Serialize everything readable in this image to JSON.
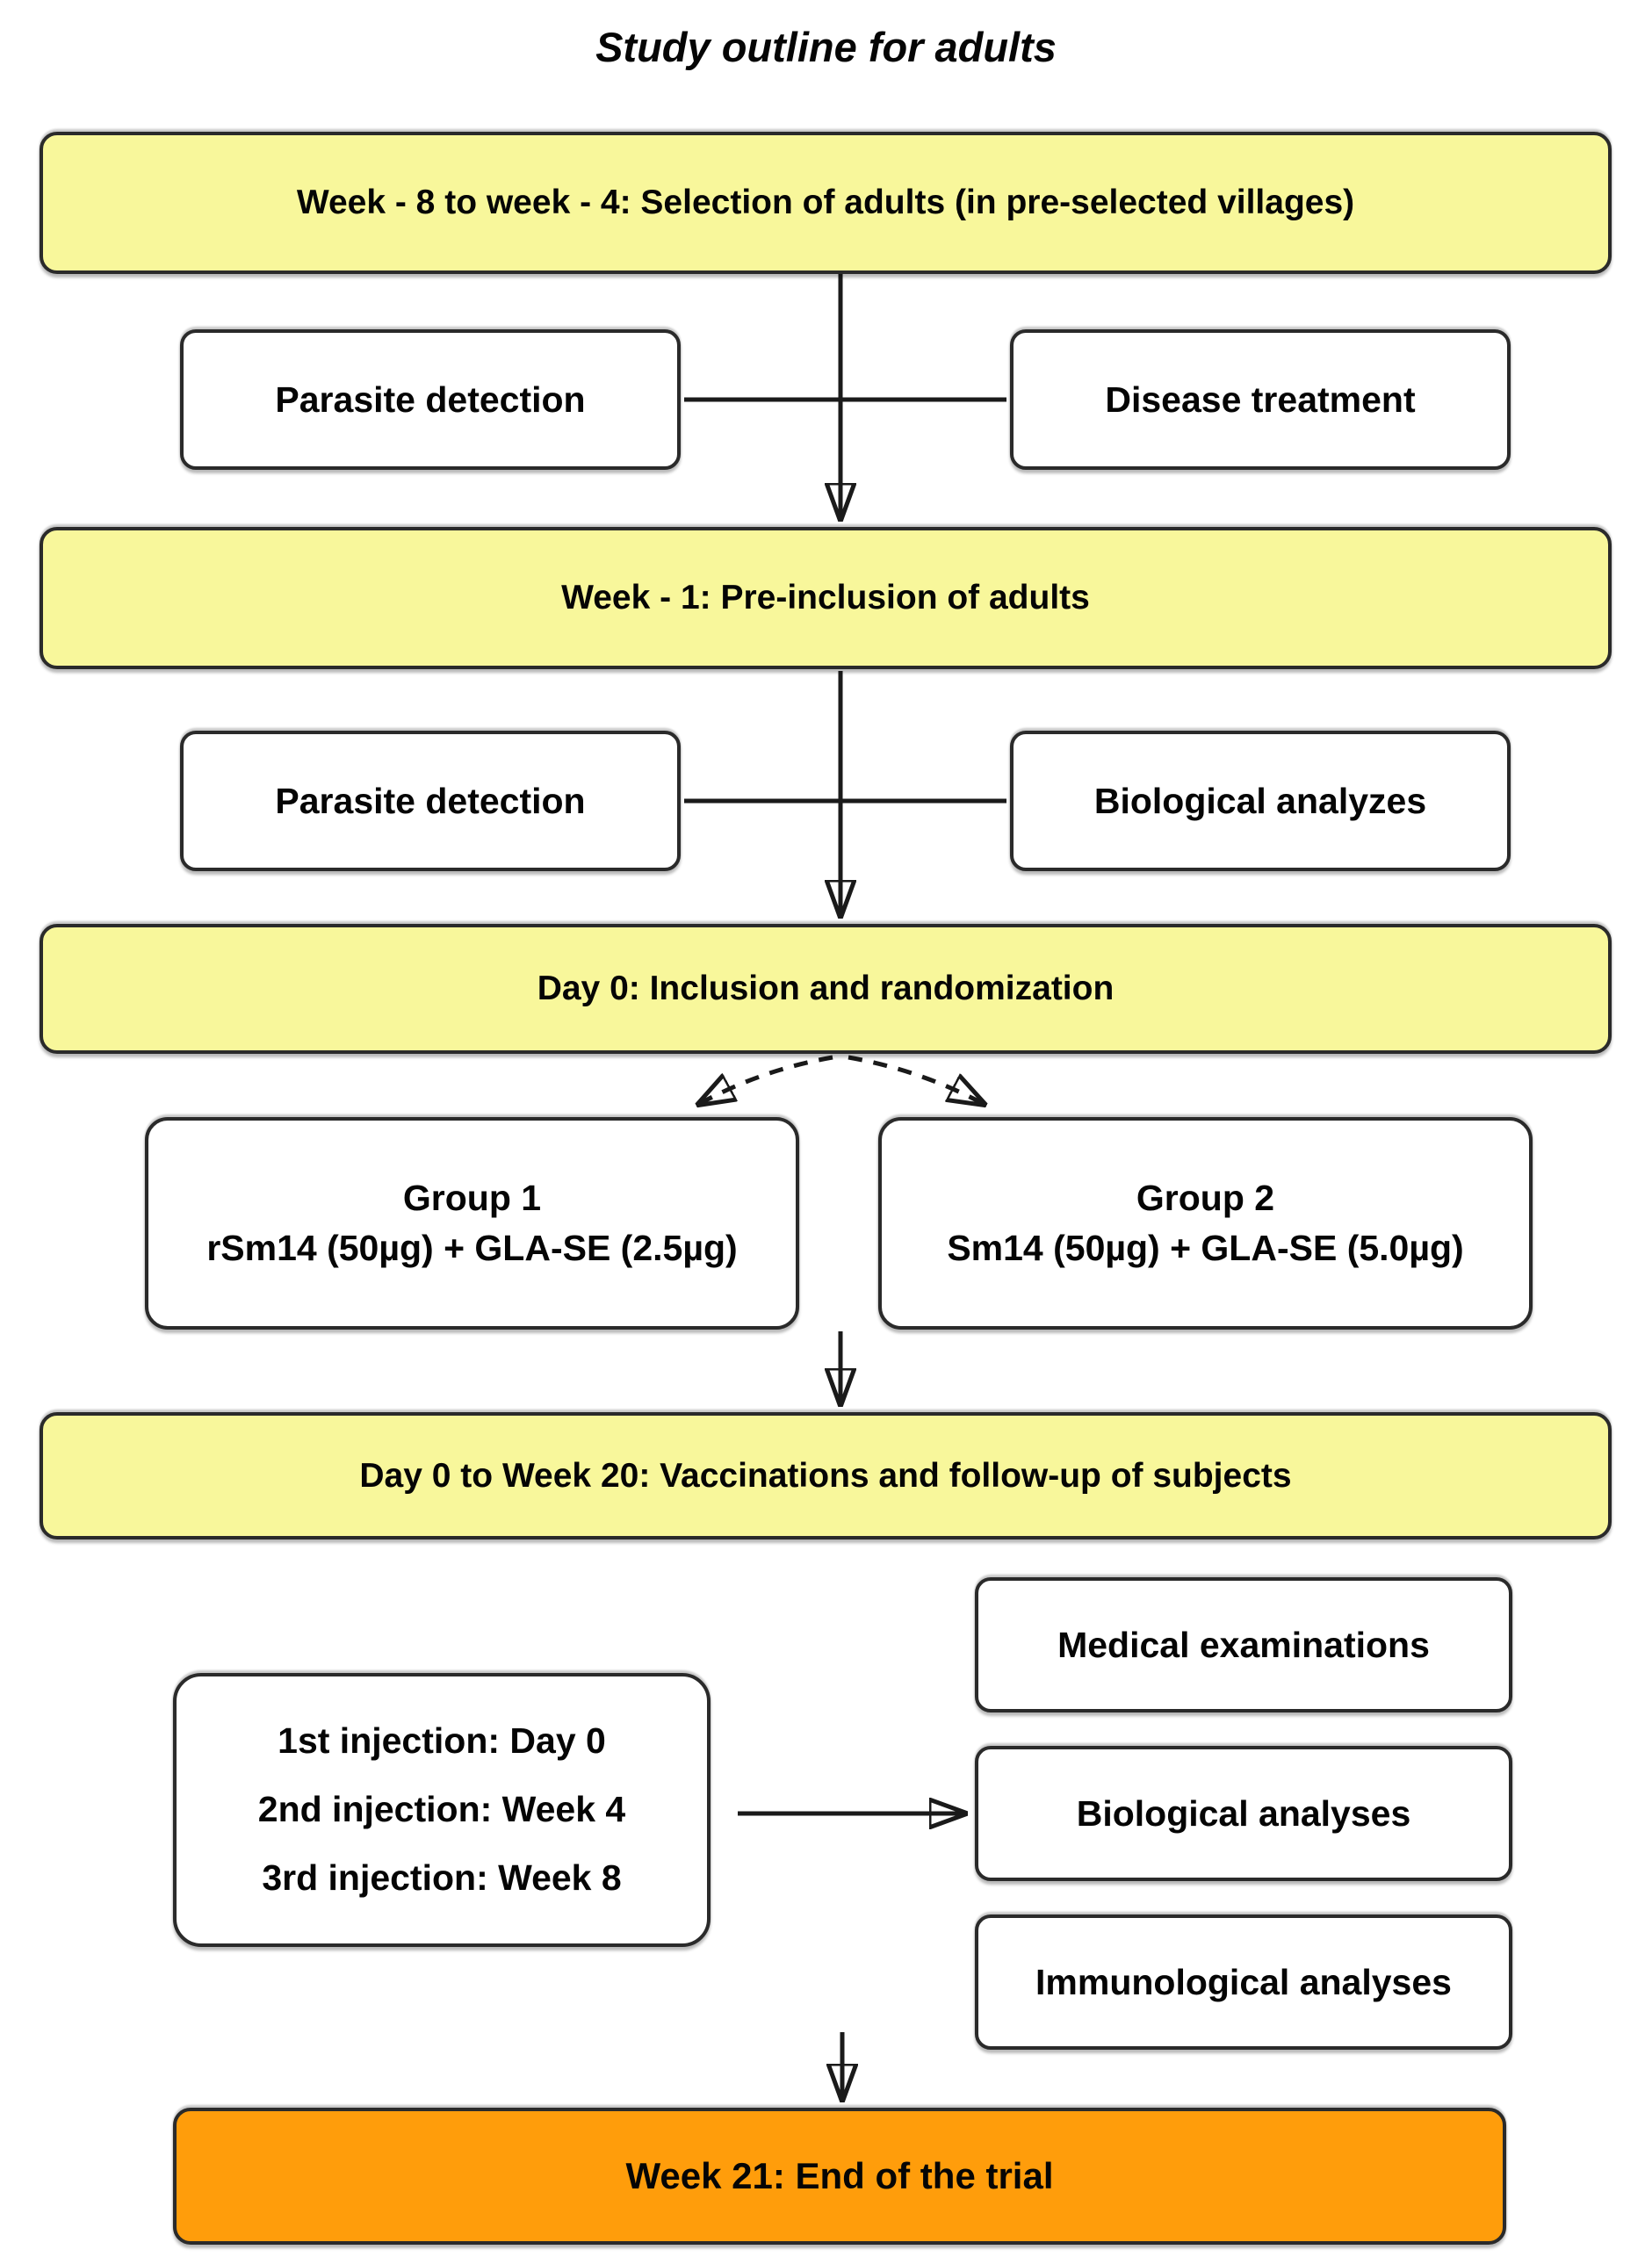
{
  "title": "Study outline for adults",
  "stages": {
    "selection": "Week - 8 to week - 4: Selection of adults (in pre-selected villages)",
    "preinclusion": "Week - 1: Pre-inclusion of adults",
    "inclusion": "Day 0: Inclusion and randomization",
    "vaccination": "Day 0 to Week 20: Vaccinations and follow-up of subjects",
    "end": "Week 21: End of the trial"
  },
  "side_boxes": {
    "row1_left": "Parasite detection",
    "row1_right": "Disease treatment",
    "row2_left": "Parasite detection",
    "row2_right": "Biological analyzes"
  },
  "groups": {
    "group1": {
      "title": "Group 1",
      "regimen": "rSm14 (50µg) + GLA-SE (2.5µg)"
    },
    "group2": {
      "title": "Group 2",
      "regimen": "Sm14 (50µg) + GLA-SE (5.0µg)"
    }
  },
  "injections": {
    "first": "1st injection: Day 0",
    "second": "2nd injection: Week 4",
    "third": "3rd injection: Week 8"
  },
  "followup_boxes": {
    "medical": "Medical examinations",
    "biological": "Biological analyses",
    "immunological": "Immunological analyses"
  },
  "colors": {
    "stage_fill": "#f8f79b",
    "end_fill": "#ff9d0b",
    "box_fill": "#ffffff",
    "box_border": "#2a2a2a",
    "line": "#1a1a1a"
  }
}
